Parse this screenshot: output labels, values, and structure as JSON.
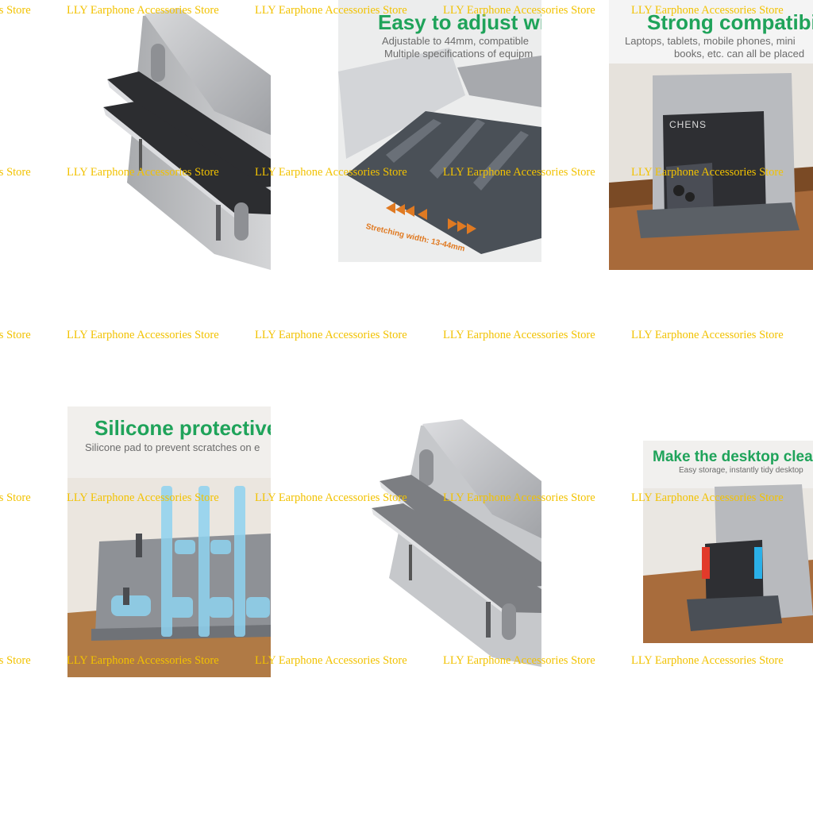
{
  "watermark": {
    "text": "LLY Earphone Accessories Store"
  },
  "tiles": {
    "adjust": {
      "title": "Easy to adjust wid",
      "sub1": "Adjustable to 44mm, compatible",
      "sub2": "Multiple specifications of equipm",
      "stretch": "Stretching width: 13-44mm"
    },
    "compat": {
      "title": "Strong compatibi",
      "sub1": "Laptops, tablets, mobile phones, mini",
      "sub2": "books, etc. can all be placed",
      "book_text": "CHENS"
    },
    "silicone": {
      "title": "Silicone protective",
      "sub1": "Silicone pad to prevent scratches on e"
    },
    "desk": {
      "title": "Make the desktop clea",
      "sub1": "Easy storage, instantly tidy desktop"
    }
  },
  "colors": {
    "green": "#1fa35a",
    "orange": "#e07a22",
    "watermark": "#f2c200"
  }
}
